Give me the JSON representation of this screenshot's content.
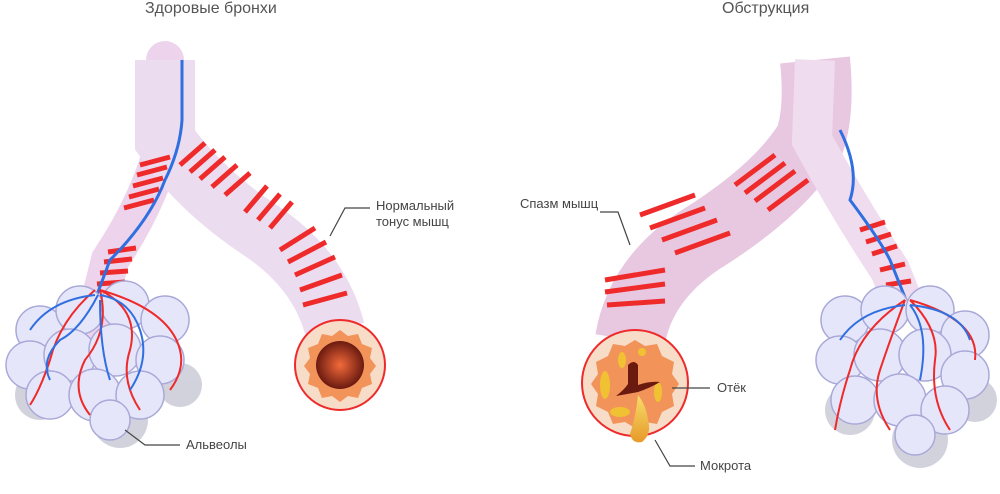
{
  "left_panel": {
    "title": "Здоровые бронхи",
    "label_muscle_tone_line1": "Нормальный",
    "label_muscle_tone_line2": "тонус мышц",
    "label_alveoli": "Альвеолы"
  },
  "right_panel": {
    "title": "Обструкция",
    "label_spasm": "Спазм мышц",
    "label_edema": "Отёк",
    "label_sputum": "Мокрота"
  },
  "colors": {
    "airway": "#ecd6ec",
    "muscle": "#ee2a2a",
    "vein": "#2f6fe0",
    "alveoli": "#e6e6fb",
    "edema": "#f2935a",
    "sputum": "#f0c233"
  }
}
